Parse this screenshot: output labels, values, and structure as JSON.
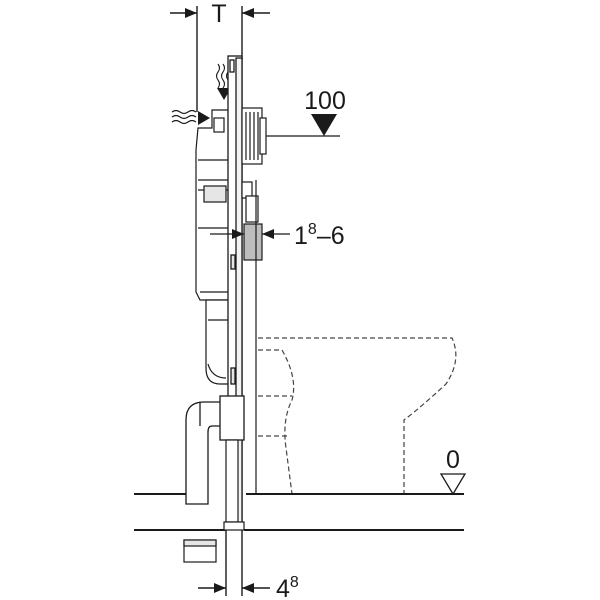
{
  "labels": {
    "depth_T": "T",
    "level_upper": "100",
    "level_floor": "0",
    "panel_range_main": "1",
    "panel_range_sup": "8",
    "panel_range_tail": "–6",
    "frame_offset_main": "4",
    "frame_offset_sup": "8"
  },
  "colors": {
    "line": "#1a1a1a",
    "gray_fill": "#bdbdbd",
    "light_fill": "#e6e6e6",
    "dashed": "#444444"
  }
}
